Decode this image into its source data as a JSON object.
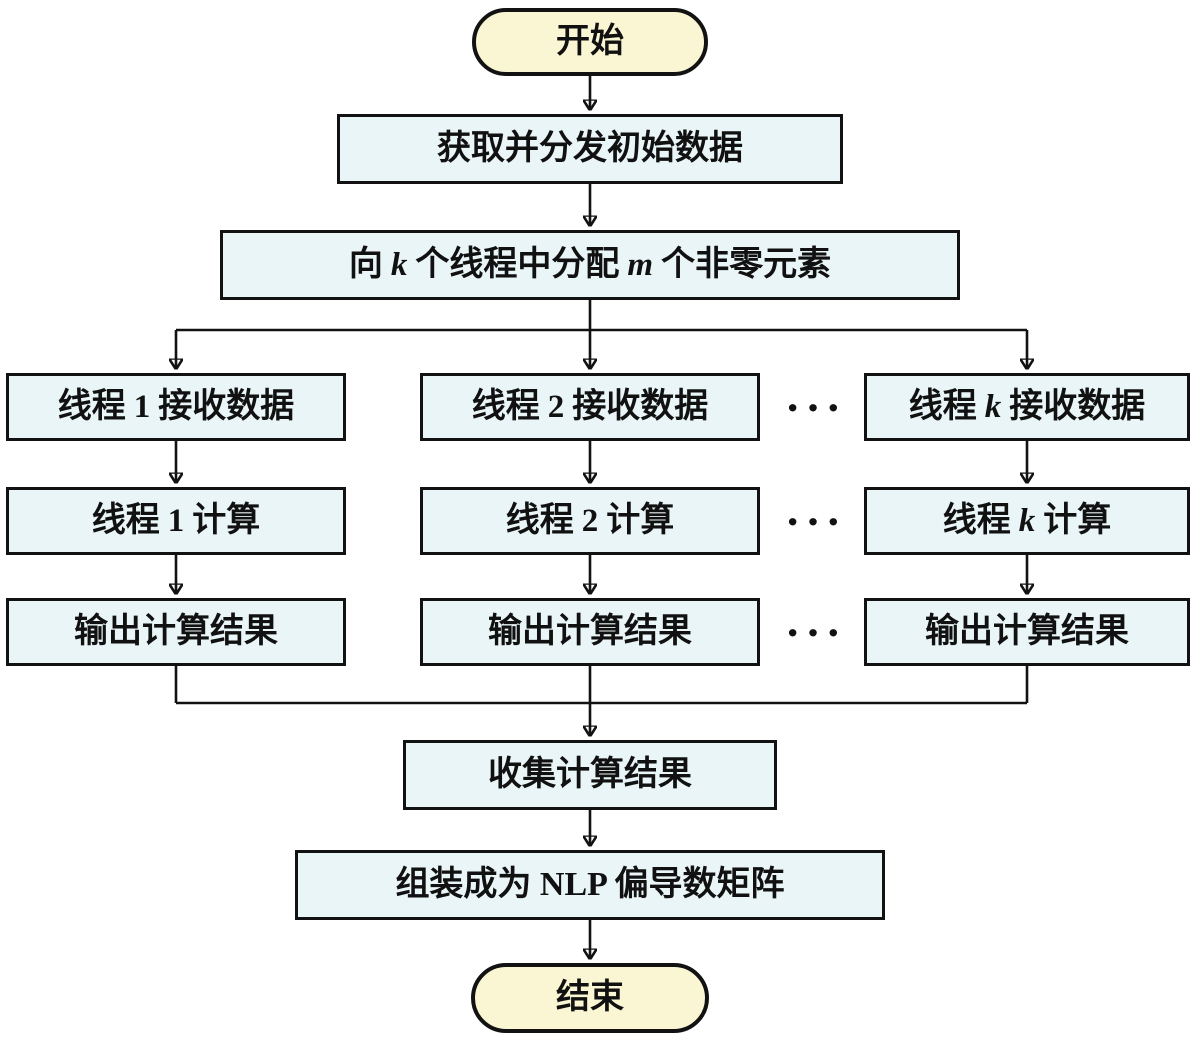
{
  "colors": {
    "background": "#ffffff",
    "process_fill": "#e9f5f7",
    "terminal_fill": "#faf6d3",
    "stroke": "#121212",
    "text": "#111111"
  },
  "ellipsis": "···",
  "nodes": {
    "start": "开始",
    "acquire": "获取并分发初始数据",
    "distribute": {
      "pre": "向",
      "var_k": "k",
      "mid": "个线程中分配",
      "var_m": "m",
      "post": "个非零元素"
    },
    "collect": "收集计算结果",
    "assemble": "组装成为 NLP 偏导数矩阵",
    "end": "结束"
  },
  "columns": [
    {
      "thread": "线程",
      "id": "1",
      "receive": "接收数据",
      "compute": "计算",
      "output": "输出计算结果"
    },
    {
      "thread": "线程",
      "id": "2",
      "receive": "接收数据",
      "compute": "计算",
      "output": "输出计算结果"
    },
    {
      "thread": "线程",
      "id": "k",
      "receive": "接收数据",
      "compute": "计算",
      "output": "输出计算结果"
    }
  ]
}
